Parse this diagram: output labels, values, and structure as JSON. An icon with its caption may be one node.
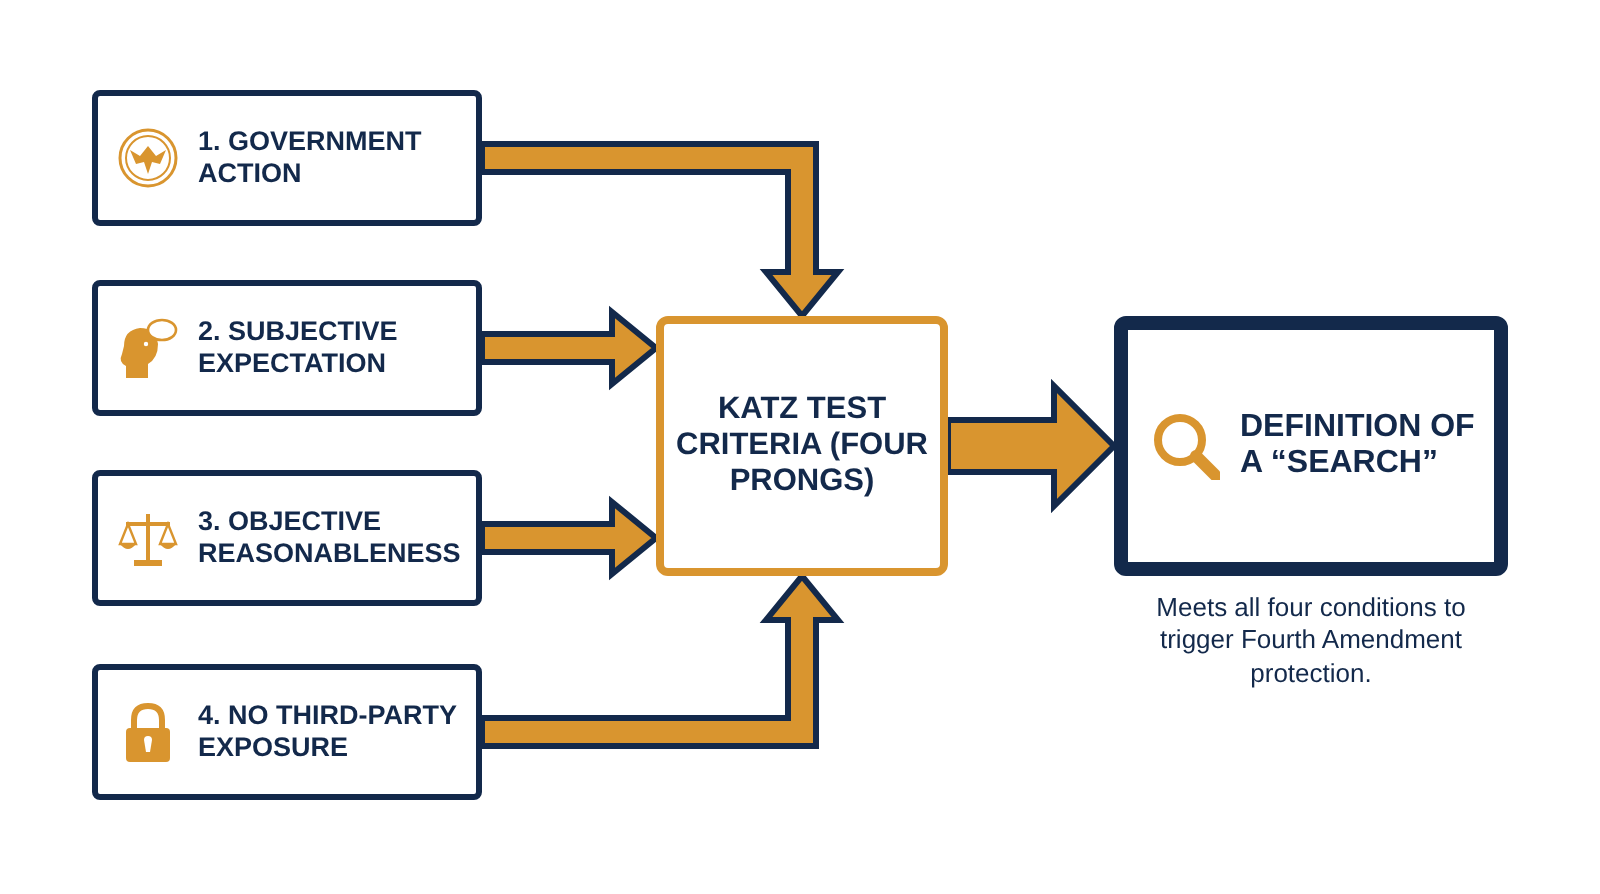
{
  "diagram": {
    "nodes": [
      {
        "text": [
          "1. GOVERNMENT ACTION"
        ]
      },
      {
        "text": [
          "2. SUBJECTIVE EXPECTATION"
        ]
      },
      {
        "text": [
          "3. OBJECTIVE REASONABLENESS"
        ]
      },
      {
        "text": [
          "4. NO THIRD-PARTY EXPOSURE"
        ]
      },
      {
        "text": [
          "KATZ TEST CRITERIA (FOUR PRONGS)"
        ]
      },
      {
        "text": [
          "DEFINITION OF A “SEARCH”"
        ],
        "beside": [
          "Meets all four conditions to trigger Fourth Amendment protection."
        ]
      }
    ],
    "edges": [
      {
        "from": 0,
        "to": 4,
        "arrow": "to"
      },
      {
        "from": 1,
        "to": 4,
        "arrow": "to"
      },
      {
        "from": 2,
        "to": 4,
        "arrow": "to"
      },
      {
        "from": 3,
        "to": 4,
        "arrow": "to"
      },
      {
        "from": 4,
        "to": 5,
        "arrow": "to"
      }
    ]
  }
}
